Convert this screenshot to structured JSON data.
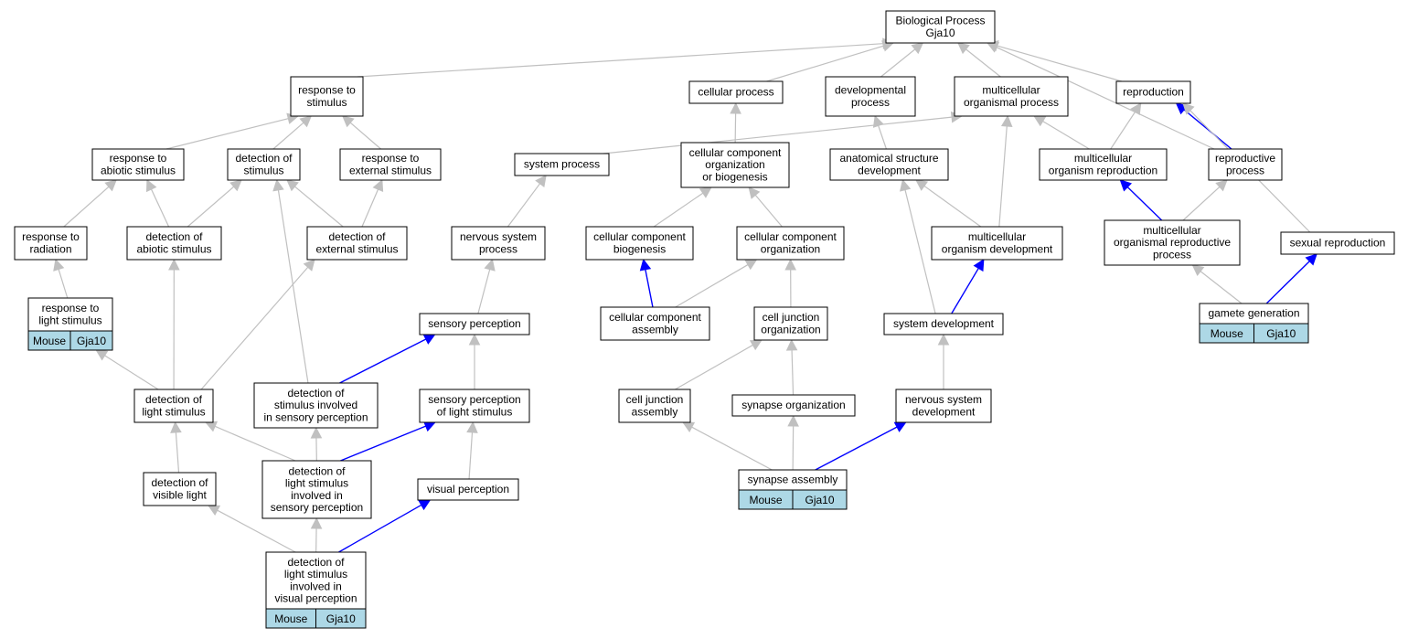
{
  "diagram": {
    "type": "go-term-graph",
    "colors": {
      "node_border": "#000000",
      "annotation_fill": "#add8e6",
      "edge_default": "#c0c0c0",
      "edge_highlight": "#0000ff"
    },
    "nodes": [
      {
        "id": "bp",
        "lines": [
          "Biological Process",
          "Gja10"
        ]
      },
      {
        "id": "resp_stim",
        "lines": [
          "response to",
          "stimulus"
        ]
      },
      {
        "id": "cell_proc",
        "lines": [
          "cellular process"
        ]
      },
      {
        "id": "dev_proc",
        "lines": [
          "developmental",
          "process"
        ]
      },
      {
        "id": "multi_proc",
        "lines": [
          "multicellular",
          "organismal process"
        ]
      },
      {
        "id": "repro",
        "lines": [
          "reproduction"
        ]
      },
      {
        "id": "resp_abiotic",
        "lines": [
          "response to",
          "abiotic stimulus"
        ]
      },
      {
        "id": "det_stim",
        "lines": [
          "detection of",
          "stimulus"
        ]
      },
      {
        "id": "resp_ext",
        "lines": [
          "response to",
          "external stimulus"
        ]
      },
      {
        "id": "sys_proc",
        "lines": [
          "system process"
        ]
      },
      {
        "id": "ccob",
        "lines": [
          "cellular component",
          "organization",
          "or biogenesis"
        ]
      },
      {
        "id": "anat_dev",
        "lines": [
          "anatomical structure",
          "development"
        ]
      },
      {
        "id": "multi_repro",
        "lines": [
          "multicellular",
          "organism reproduction"
        ]
      },
      {
        "id": "repro_proc",
        "lines": [
          "reproductive",
          "process"
        ]
      },
      {
        "id": "resp_rad",
        "lines": [
          "response to",
          "radiation"
        ]
      },
      {
        "id": "det_abiotic",
        "lines": [
          "detection of",
          "abiotic stimulus"
        ]
      },
      {
        "id": "det_ext",
        "lines": [
          "detection of",
          "external stimulus"
        ]
      },
      {
        "id": "nerv_sys_proc",
        "lines": [
          "nervous system",
          "process"
        ]
      },
      {
        "id": "cc_biogen",
        "lines": [
          "cellular component",
          "biogenesis"
        ]
      },
      {
        "id": "cc_org",
        "lines": [
          "cellular component",
          "organization"
        ]
      },
      {
        "id": "multi_dev",
        "lines": [
          "multicellular",
          "organism development"
        ]
      },
      {
        "id": "multi_repro_proc",
        "lines": [
          "multicellular",
          "organismal reproductive",
          "process"
        ]
      },
      {
        "id": "sex_repro",
        "lines": [
          "sexual reproduction"
        ]
      },
      {
        "id": "resp_light",
        "lines": [
          "response to",
          "light stimulus"
        ],
        "annotation": [
          "Mouse",
          "Gja10"
        ]
      },
      {
        "id": "sens_perc",
        "lines": [
          "sensory perception"
        ]
      },
      {
        "id": "cc_assembly",
        "lines": [
          "cellular component",
          "assembly"
        ]
      },
      {
        "id": "cj_org",
        "lines": [
          "cell junction",
          "organization"
        ]
      },
      {
        "id": "sys_dev",
        "lines": [
          "system development"
        ]
      },
      {
        "id": "gamete",
        "lines": [
          "gamete generation"
        ],
        "annotation": [
          "Mouse",
          "Gja10"
        ]
      },
      {
        "id": "det_light",
        "lines": [
          "detection of",
          "light stimulus"
        ]
      },
      {
        "id": "det_stim_sens",
        "lines": [
          "detection of",
          "stimulus involved",
          "in sensory perception"
        ]
      },
      {
        "id": "sens_perc_light",
        "lines": [
          "sensory perception",
          "of light stimulus"
        ]
      },
      {
        "id": "cj_assembly",
        "lines": [
          "cell junction",
          "assembly"
        ]
      },
      {
        "id": "syn_org",
        "lines": [
          "synapse organization"
        ]
      },
      {
        "id": "nerv_sys_dev",
        "lines": [
          "nervous system",
          "development"
        ]
      },
      {
        "id": "det_visible",
        "lines": [
          "detection of",
          "visible light"
        ]
      },
      {
        "id": "det_light_sens",
        "lines": [
          "detection of",
          "light stimulus",
          "involved in",
          "sensory perception"
        ]
      },
      {
        "id": "vis_perc",
        "lines": [
          "visual perception"
        ]
      },
      {
        "id": "syn_assembly",
        "lines": [
          "synapse assembly"
        ],
        "annotation": [
          "Mouse",
          "Gja10"
        ]
      },
      {
        "id": "det_light_vis",
        "lines": [
          "detection of",
          "light stimulus",
          "involved in",
          "visual perception"
        ],
        "annotation": [
          "Mouse",
          "Gja10"
        ]
      }
    ],
    "edges": [
      {
        "from": "resp_stim",
        "to": "bp",
        "color": "gray"
      },
      {
        "from": "cell_proc",
        "to": "bp",
        "color": "gray"
      },
      {
        "from": "dev_proc",
        "to": "bp",
        "color": "gray"
      },
      {
        "from": "multi_proc",
        "to": "bp",
        "color": "gray"
      },
      {
        "from": "repro",
        "to": "bp",
        "color": "gray"
      },
      {
        "from": "repro_proc",
        "to": "bp",
        "color": "gray"
      },
      {
        "from": "resp_abiotic",
        "to": "resp_stim",
        "color": "gray"
      },
      {
        "from": "det_stim",
        "to": "resp_stim",
        "color": "gray"
      },
      {
        "from": "resp_ext",
        "to": "resp_stim",
        "color": "gray"
      },
      {
        "from": "sys_proc",
        "to": "multi_proc",
        "color": "gray"
      },
      {
        "from": "ccob",
        "to": "cell_proc",
        "color": "gray"
      },
      {
        "from": "anat_dev",
        "to": "dev_proc",
        "color": "gray"
      },
      {
        "from": "multi_repro",
        "to": "multi_proc",
        "color": "gray"
      },
      {
        "from": "multi_repro",
        "to": "repro",
        "color": "gray"
      },
      {
        "from": "repro_proc",
        "to": "repro",
        "color": "blue"
      },
      {
        "from": "sex_repro",
        "to": "repro",
        "color": "gray"
      },
      {
        "from": "resp_rad",
        "to": "resp_abiotic",
        "color": "gray"
      },
      {
        "from": "det_abiotic",
        "to": "resp_abiotic",
        "color": "gray"
      },
      {
        "from": "det_abiotic",
        "to": "det_stim",
        "color": "gray"
      },
      {
        "from": "det_ext",
        "to": "det_stim",
        "color": "gray"
      },
      {
        "from": "det_ext",
        "to": "resp_ext",
        "color": "gray"
      },
      {
        "from": "nerv_sys_proc",
        "to": "sys_proc",
        "color": "gray"
      },
      {
        "from": "cc_biogen",
        "to": "ccob",
        "color": "gray"
      },
      {
        "from": "cc_org",
        "to": "ccob",
        "color": "gray"
      },
      {
        "from": "multi_dev",
        "to": "anat_dev",
        "color": "gray"
      },
      {
        "from": "multi_dev",
        "to": "multi_proc",
        "color": "gray"
      },
      {
        "from": "multi_repro_proc",
        "to": "multi_repro",
        "color": "blue"
      },
      {
        "from": "multi_repro_proc",
        "to": "repro_proc",
        "color": "gray"
      },
      {
        "from": "resp_light",
        "to": "resp_rad",
        "color": "gray"
      },
      {
        "from": "sens_perc",
        "to": "nerv_sys_proc",
        "color": "gray"
      },
      {
        "from": "cc_assembly",
        "to": "cc_biogen",
        "color": "blue"
      },
      {
        "from": "cc_assembly",
        "to": "cc_org",
        "color": "gray"
      },
      {
        "from": "cj_org",
        "to": "cc_org",
        "color": "gray"
      },
      {
        "from": "sys_dev",
        "to": "anat_dev",
        "color": "gray"
      },
      {
        "from": "sys_dev",
        "to": "multi_dev",
        "color": "blue"
      },
      {
        "from": "gamete",
        "to": "multi_repro_proc",
        "color": "gray"
      },
      {
        "from": "gamete",
        "to": "sex_repro",
        "color": "blue"
      },
      {
        "from": "det_light",
        "to": "resp_light",
        "color": "gray"
      },
      {
        "from": "det_light",
        "to": "det_abiotic",
        "color": "gray"
      },
      {
        "from": "det_light",
        "to": "det_ext",
        "color": "gray"
      },
      {
        "from": "det_stim_sens",
        "to": "det_stim",
        "color": "gray"
      },
      {
        "from": "det_stim_sens",
        "to": "sens_perc",
        "color": "blue"
      },
      {
        "from": "sens_perc_light",
        "to": "sens_perc",
        "color": "gray"
      },
      {
        "from": "cj_assembly",
        "to": "cj_org",
        "color": "gray"
      },
      {
        "from": "syn_org",
        "to": "cj_org",
        "color": "gray"
      },
      {
        "from": "nerv_sys_dev",
        "to": "sys_dev",
        "color": "gray"
      },
      {
        "from": "det_visible",
        "to": "det_light",
        "color": "gray"
      },
      {
        "from": "det_light_sens",
        "to": "det_light",
        "color": "gray"
      },
      {
        "from": "det_light_sens",
        "to": "det_stim_sens",
        "color": "gray"
      },
      {
        "from": "det_light_sens",
        "to": "sens_perc_light",
        "color": "blue"
      },
      {
        "from": "vis_perc",
        "to": "sens_perc_light",
        "color": "gray"
      },
      {
        "from": "syn_assembly",
        "to": "cj_assembly",
        "color": "gray"
      },
      {
        "from": "syn_assembly",
        "to": "syn_org",
        "color": "gray"
      },
      {
        "from": "syn_assembly",
        "to": "nerv_sys_dev",
        "color": "blue"
      },
      {
        "from": "det_light_vis",
        "to": "det_visible",
        "color": "gray"
      },
      {
        "from": "det_light_vis",
        "to": "det_light_sens",
        "color": "gray"
      },
      {
        "from": "det_light_vis",
        "to": "vis_perc",
        "color": "blue"
      }
    ]
  }
}
